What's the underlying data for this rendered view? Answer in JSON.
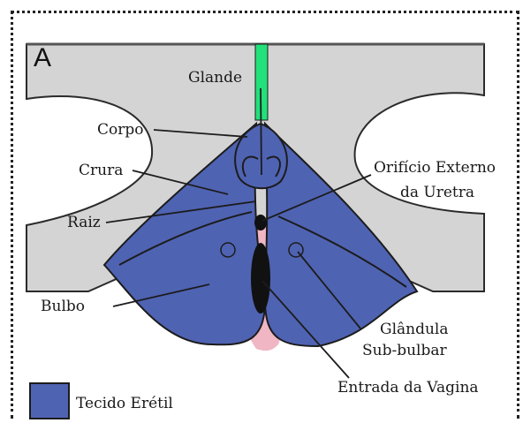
{
  "panel_label": "A",
  "labels": {
    "glande": "Glande",
    "corpo": "Corpo",
    "crura": "Crura",
    "raiz": "Raiz",
    "bulbo": "Bulbo",
    "orificio_line1": "Orifício Externo",
    "orificio_line2": "da Uretra",
    "glandula_line1": "Glândula",
    "glandula_line2": "Sub-bulbar",
    "entrada": "Entrada da Vagina"
  },
  "legend": {
    "label": "Tecido Erétil",
    "color": "#4f63b3"
  },
  "colors": {
    "tissue_gray": "#d4d4d4",
    "erectile_blue": "#4f63b3",
    "midline_green": "#22e07a",
    "vestibule_pink": "#f0b6c4"
  }
}
